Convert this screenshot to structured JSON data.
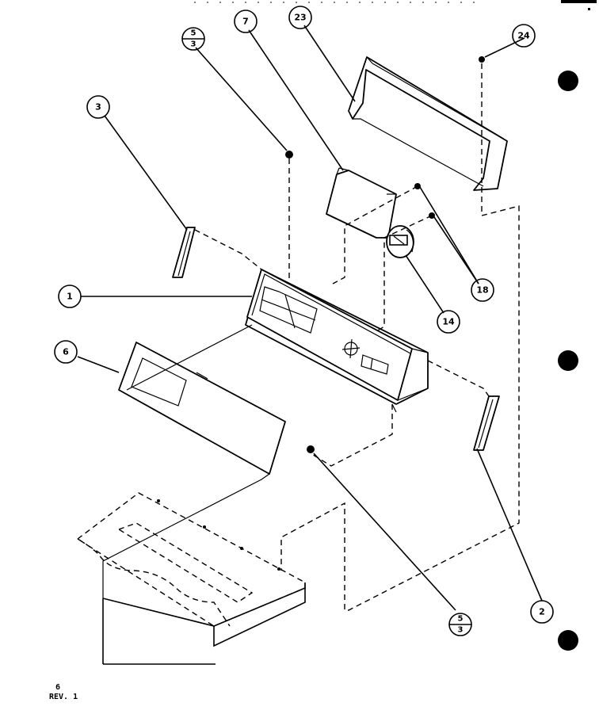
{
  "callouts": {
    "c1": "1",
    "c2": "2",
    "c3": "3",
    "c6": "6",
    "c7": "7",
    "c14": "14",
    "c18": "18",
    "c23": "23",
    "c24": "24",
    "c5top": {
      "num": "5",
      "den": "3"
    },
    "c5bottom": {
      "num": "5",
      "den": "3"
    }
  },
  "footer": {
    "page": "6",
    "rev": "REV. 1"
  }
}
